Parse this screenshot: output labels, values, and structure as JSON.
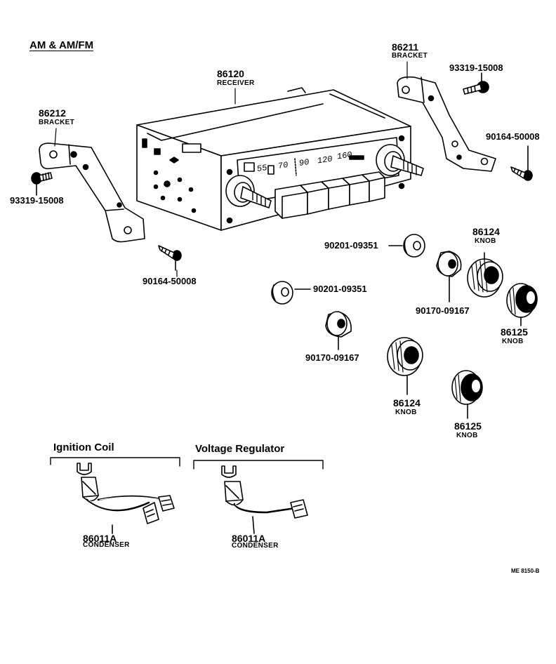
{
  "title": "AM & AM/FM",
  "parts": {
    "receiver": {
      "number": "86120",
      "name": "RECEIVER"
    },
    "bracket_right": {
      "number": "86211",
      "name": "BRACKET"
    },
    "bracket_left": {
      "number": "86212",
      "name": "BRACKET"
    },
    "bolt_right": {
      "number": "93319-15008"
    },
    "bolt_left": {
      "number": "93319-15008"
    },
    "screw_right": {
      "number": "90164-50008"
    },
    "screw_left": {
      "number": "90164-50008"
    },
    "washer_upper": {
      "number": "90201-09351"
    },
    "washer_lower": {
      "number": "90201-09351"
    },
    "spacer_upper": {
      "number": "90170-09167"
    },
    "spacer_lower": {
      "number": "90170-09167"
    },
    "knob_large_upper": {
      "number": "86124",
      "name": "KNOB"
    },
    "knob_small_upper": {
      "number": "86125",
      "name": "KNOB"
    },
    "knob_large_lower": {
      "number": "86124",
      "name": "KNOB"
    },
    "knob_small_lower": {
      "number": "86125",
      "name": "KNOB"
    }
  },
  "dial_scale": [
    "55",
    "70",
    "90",
    "120",
    "160"
  ],
  "condenser_groups": [
    {
      "title": "Ignition Coil",
      "number": "86011A",
      "name": "CONDENSER"
    },
    {
      "title": "Voltage Regulator",
      "number": "86011A",
      "name": "CONDENSER"
    }
  ],
  "figure_code": "ME 8150-B"
}
